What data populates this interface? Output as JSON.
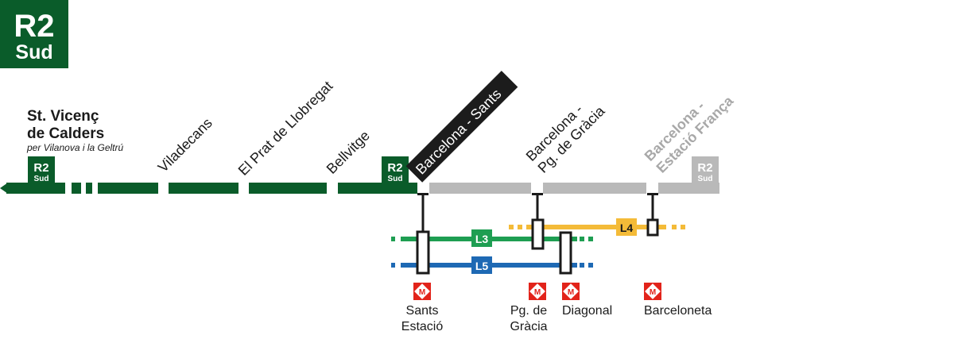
{
  "line_badge": {
    "code": "R2",
    "variant": "Sud"
  },
  "colors": {
    "rodalies_green": "#0a5c2a",
    "inactive_grey": "#b9b9b9",
    "grey_label": "#a8a8a8",
    "metro_green": "#1e9e52",
    "metro_blue": "#1e69b4",
    "metro_yellow": "#f4bb38",
    "metro_red": "#e2231a",
    "highlight_bg": "#1c1c1c",
    "text": "#1a1a1a"
  },
  "origin": {
    "name_line1": "St. Vicenç",
    "name_line2": "de Calders",
    "via": "per Vilanova i la Geltrú"
  },
  "stations": [
    {
      "name": "Viladecans"
    },
    {
      "name": "El Prat de Llobregat"
    },
    {
      "name": "Bellvitge"
    },
    {
      "name": "Barcelona - Sants",
      "highlighted": true
    },
    {
      "name_line1": "Barcelona -",
      "name_line2": "Pg. de Gràcia"
    },
    {
      "name_line1": "Barcelona -",
      "name_line2": "Estació França",
      "inactive": true
    }
  ],
  "metro_lines": [
    {
      "code": "L3",
      "color": "#1e9e52"
    },
    {
      "code": "L5",
      "color": "#1e69b4"
    },
    {
      "code": "L4",
      "color": "#f4bb38"
    }
  ],
  "metro_stations": [
    {
      "line1": "Sants",
      "line2": "Estació"
    },
    {
      "line1": "Pg. de",
      "line2": "Gràcia"
    },
    {
      "line1": "Diagonal"
    },
    {
      "line1": "Barceloneta"
    }
  ],
  "metro_icon_letter": "M"
}
